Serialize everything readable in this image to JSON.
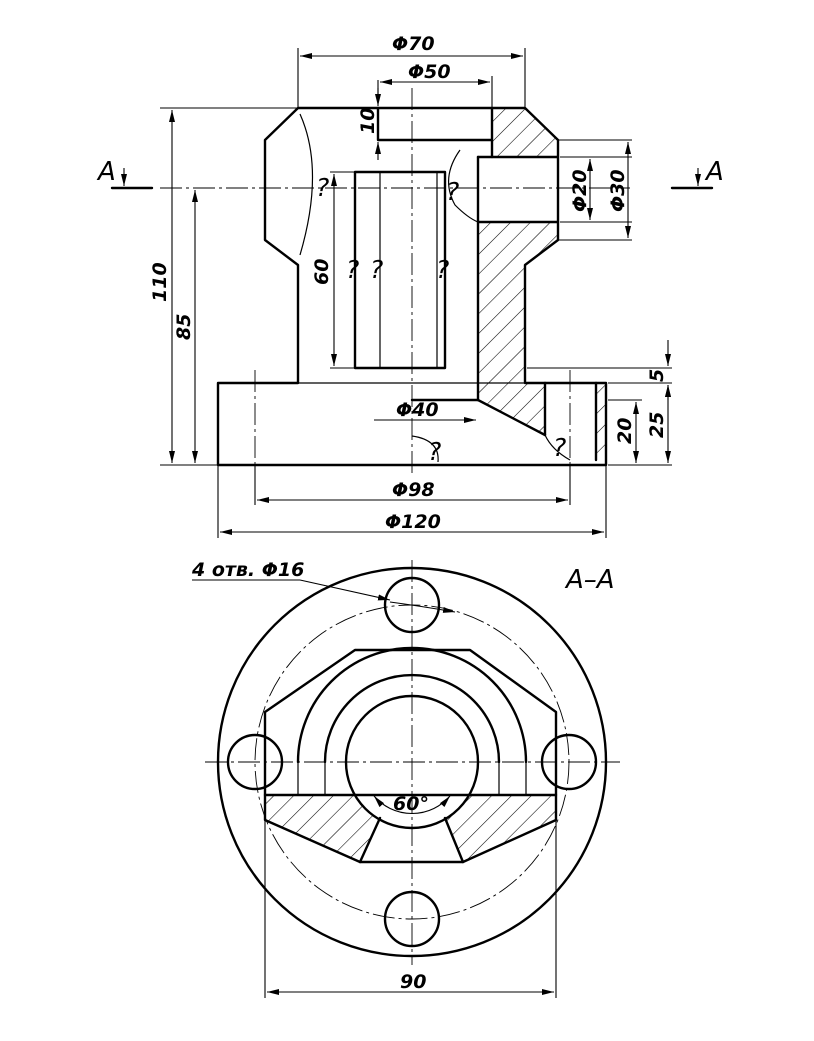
{
  "dimensions": {
    "d70": "Φ70",
    "d50": "Φ50",
    "h10": "10",
    "d20": "Φ20",
    "d30": "Φ30",
    "h60": "60",
    "h110": "110",
    "h85": "85",
    "h5": "5",
    "h25": "25",
    "h20": "20",
    "d40": "Φ40",
    "d98": "Φ98",
    "d120": "Φ120",
    "holes": "4 отв. Φ16",
    "angle": "60°",
    "w90": "90"
  },
  "section": {
    "mark": "A",
    "title": "A–A"
  },
  "unknown": "?"
}
